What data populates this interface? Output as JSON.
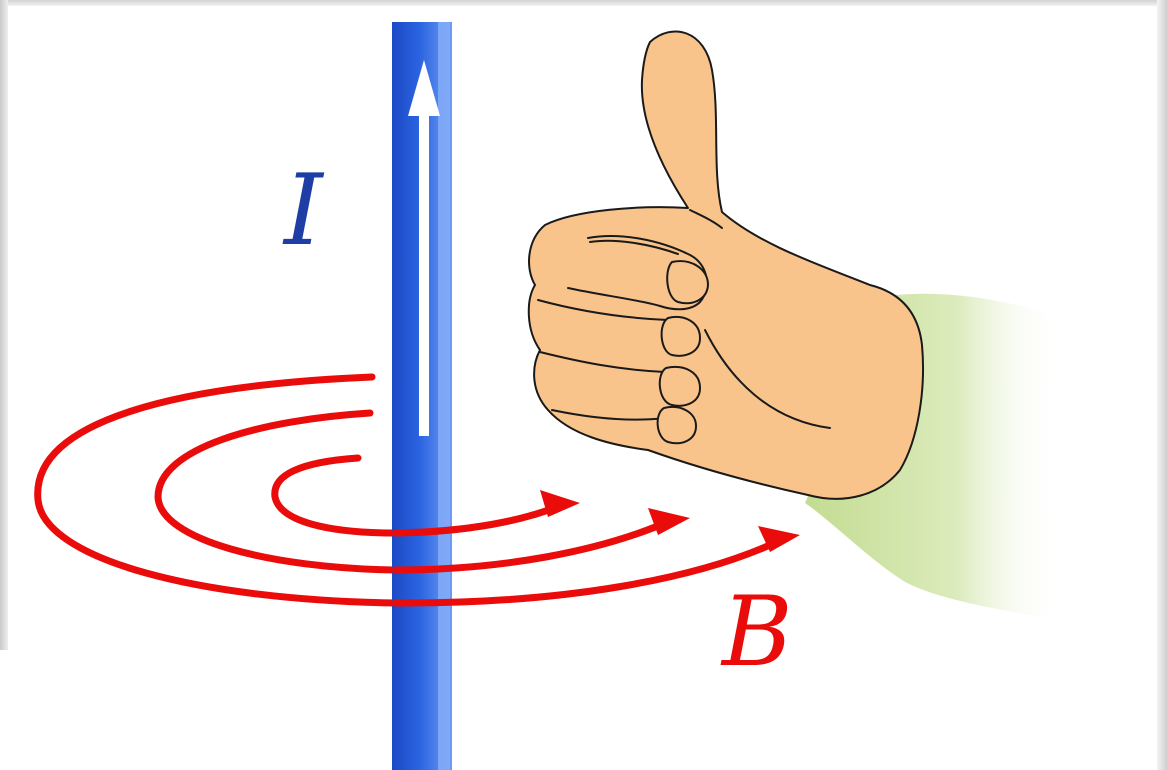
{
  "labels": {
    "current": "I",
    "field": "B"
  },
  "colors": {
    "wire": "#1f57d6",
    "wire_highlight": "#8fb4ff",
    "current_arrow": "#ffffff",
    "field_lines": "#ea0b0b",
    "current_label": "#1e3ea6",
    "field_label": "#ea0b0b",
    "skin": "#f9c48c",
    "outline": "#1a1a1a",
    "sleeve": "#c9e29c"
  },
  "icons": {
    "hand": "thumbs-up-hand",
    "current_arrow": "arrow-up",
    "field_arrow": "arrowhead-right"
  }
}
